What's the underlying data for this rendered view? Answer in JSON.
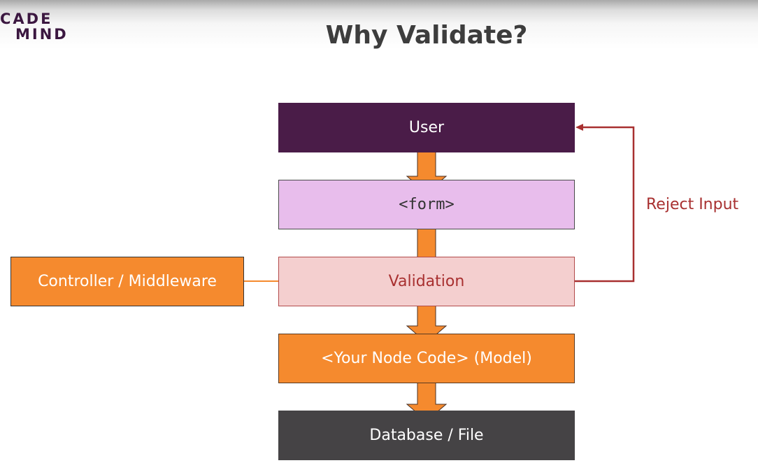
{
  "slide": {
    "logo_line1": "CADE",
    "logo_line2": "MIND",
    "title": "Why Validate?"
  },
  "diagram": {
    "user": "User",
    "form": "<form>",
    "validation": "Validation",
    "node_code": "<Your Node Code> (Model)",
    "database": "Database / File",
    "controller": "Controller / Middleware",
    "reject": "Reject Input"
  },
  "colors": {
    "user_box": "#4a1c48",
    "form_box": "#e8bdec",
    "validation_box": "#f4cfcf",
    "node_code_box": "#f58a2e",
    "database_box": "#454345",
    "controller_box": "#f58a2e",
    "flow_arrow": "#f58a2e",
    "reject_arrow": "#a83030",
    "title_text": "#3d3d3d",
    "logo_text": "#3b1740"
  }
}
